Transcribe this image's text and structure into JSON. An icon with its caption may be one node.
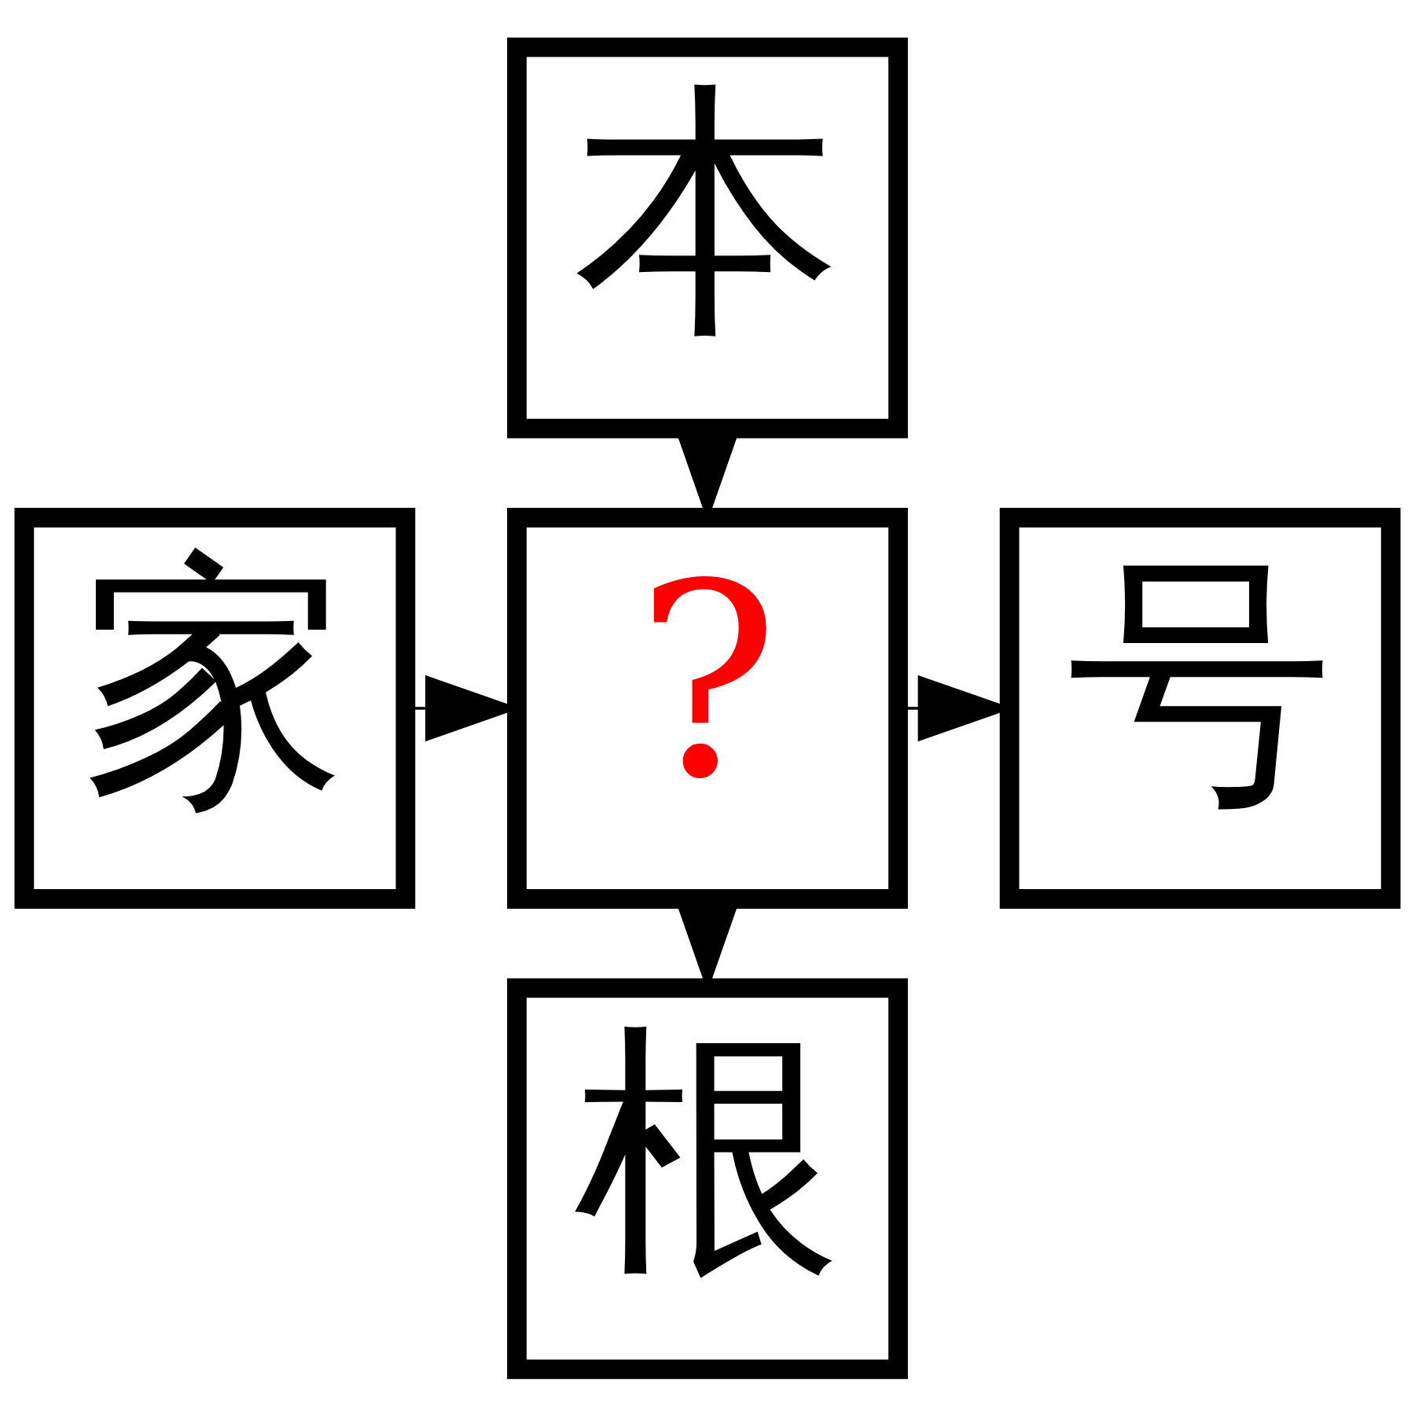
{
  "diagram": {
    "nodes": [
      {
        "text": [
          "本"
        ]
      },
      {
        "text": [
          "家"
        ]
      },
      {
        "text": [
          "?"
        ]
      },
      {
        "text": [
          "号"
        ]
      },
      {
        "text": [
          "根"
        ]
      }
    ],
    "edges": [
      {
        "from": 0,
        "to": 2,
        "arrow": "to"
      },
      {
        "from": 1,
        "to": 2,
        "arrow": "to"
      },
      {
        "from": 2,
        "to": 3,
        "arrow": "to"
      },
      {
        "from": 2,
        "to": 4,
        "arrow": "to"
      }
    ]
  }
}
